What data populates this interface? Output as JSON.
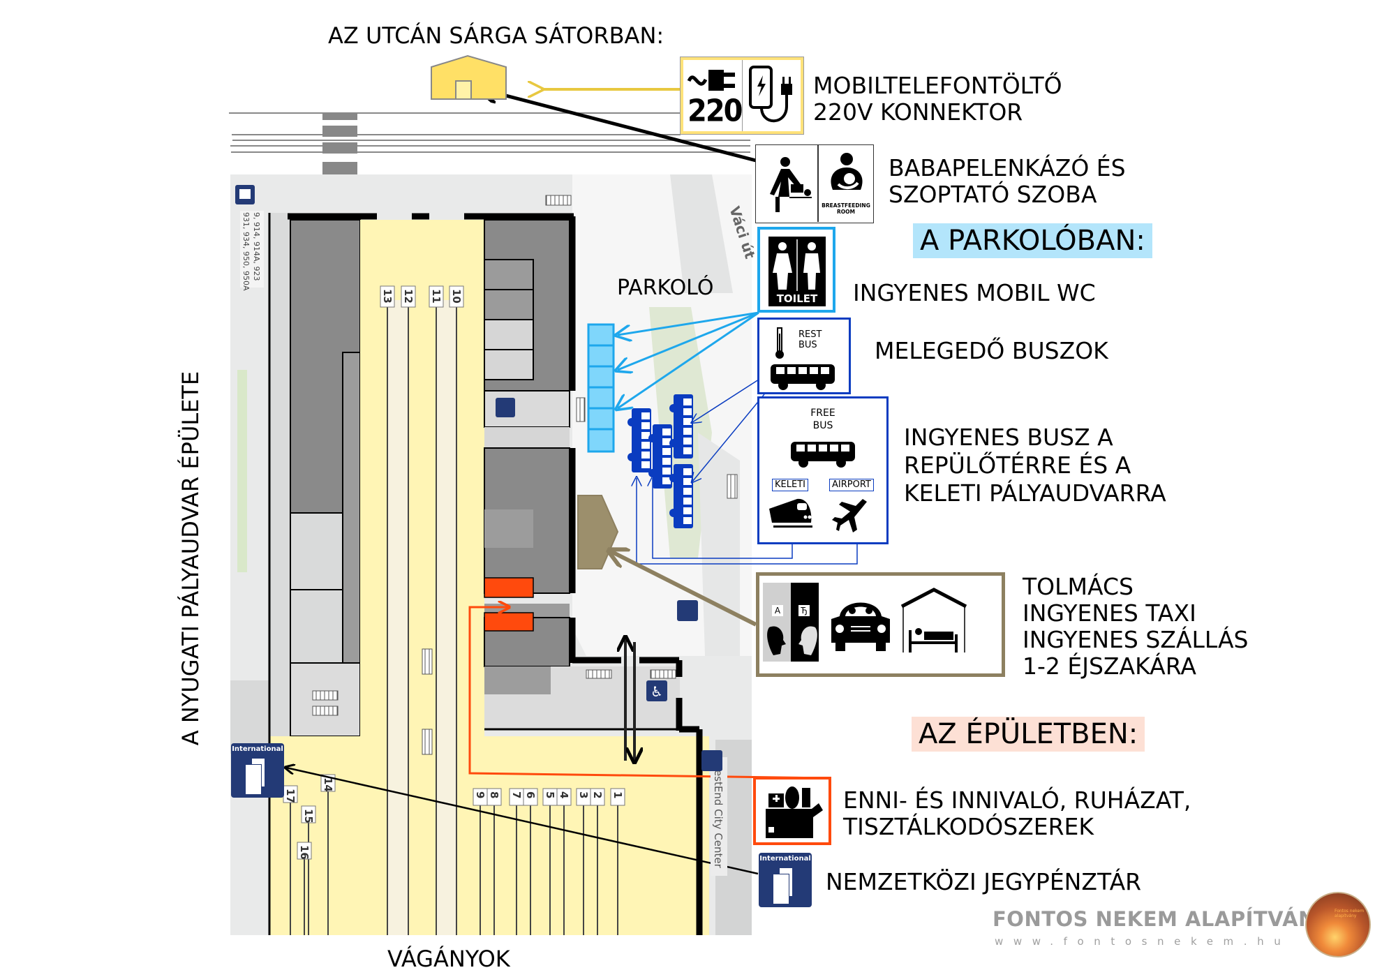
{
  "headings": {
    "street_tent": "AZ UTCÁN SÁRGA SÁTORBAN:",
    "parking": "A PARKOLÓBAN:",
    "building": "AZ ÉPÜLETBEN:"
  },
  "colors": {
    "parking_highlight": "#b3e5fb",
    "building_highlight": "#fde0d5",
    "tent_yellow": "#ffe066",
    "platform_yellow": "#fff5b5",
    "toilet_blue": "#1ea7ec",
    "bus_blue": "#0a3cc0",
    "food_orange": "#ff4a0d",
    "tolmacs_khaki": "#8d8060",
    "intl_navy": "#233a76"
  },
  "services": {
    "charger": {
      "icon_label": "220",
      "lines": [
        "MOBILTELEFONTÖLTŐ",
        "220V KONNEKTOR"
      ]
    },
    "baby": {
      "icon_caption": [
        "BREASTFEEDING",
        "ROOM"
      ],
      "lines": [
        "BABAPELENKÁZÓ ÉS",
        "SZOPTATÓ SZOBA"
      ]
    },
    "toilet": {
      "icon_label": "TOILET",
      "lines": [
        "INGYENES MOBIL WC"
      ]
    },
    "rest_bus": {
      "icon_label": [
        "REST",
        "BUS"
      ],
      "lines": [
        "MELEGEDŐ BUSZOK"
      ]
    },
    "free_bus": {
      "icon_label": [
        "FREE",
        "BUS"
      ],
      "dest_keleti": "KELETI",
      "dest_airport": "AIRPORT",
      "lines": [
        "INGYENES BUSZ A",
        "REPÜLŐTÉRRE ÉS A",
        "KELETI PÁLYAUDVARRA"
      ]
    },
    "tolmacs": {
      "bubble_a": "A",
      "bubble_b": "Ђ",
      "lines": [
        "TOLMÁCS",
        "INGYENES TAXI",
        "INGYENES SZÁLLÁS",
        "1-2 ÉJSZAKÁRA"
      ]
    },
    "food": {
      "lines": [
        "ENNI- ÉS INNIVALÓ, RUHÁZAT,",
        "TISZTÁLKODÓSZEREK"
      ]
    },
    "international": {
      "icon_label": "International",
      "lines": [
        "NEMZETKÖZI JEGYPÉNZTÁR"
      ]
    }
  },
  "map": {
    "parking_label": "PARKOLÓ",
    "street_label": "Váci út",
    "mall_label": "WestEnd City Center",
    "bus_stop_routes": [
      "9, 914, 914A, 923",
      "931, 934, 950, 950A"
    ],
    "building_label": "A NYUGATI PÁLYAUDVAR ÉPÜLETE",
    "tracks_label": "VÁGÁNYOK",
    "platforms_top": [
      "13",
      "12",
      "11",
      "10"
    ],
    "platforms_bottom": [
      "17",
      "16",
      "15",
      "14",
      "9",
      "8",
      "7",
      "6",
      "5",
      "4",
      "3",
      "2",
      "1"
    ]
  },
  "footer": {
    "org_name": "FONTOS NEKEM ALAPÍTVÁNY",
    "org_url": "www.fontosnekem.hu",
    "logo_caption": [
      "Fontos nekem",
      "alapítvány"
    ]
  }
}
